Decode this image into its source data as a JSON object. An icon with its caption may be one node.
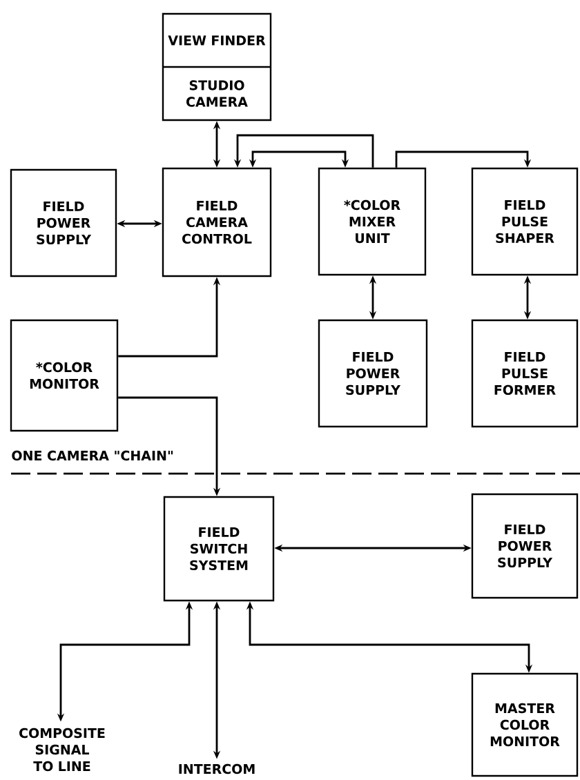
{
  "diagram": {
    "nodes": [
      {
        "text": [
          "VIEW FINDER",
          "STUDIO CAMERA"
        ]
      },
      {
        "text": [
          "FIELD POWER SUPPLY"
        ]
      },
      {
        "text": [
          "FIELD CAMERA CONTROL"
        ]
      },
      {
        "text": [
          "*COLOR MIXER UNIT"
        ]
      },
      {
        "text": [
          "FIELD PULSE SHAPER"
        ]
      },
      {
        "text": [
          "*COLOR MONITOR"
        ]
      },
      {
        "text": [
          "FIELD POWER SUPPLY"
        ]
      },
      {
        "text": [
          "FIELD PULSE FORMER"
        ]
      },
      {
        "text": [
          "FIELD SWITCH SYSTEM"
        ]
      },
      {
        "text": [
          "FIELD POWER SUPPLY"
        ]
      },
      {
        "text": [
          "COMPOSITE SIGNAL TO LINE"
        ]
      },
      {
        "text": [
          "INTERCOM"
        ]
      },
      {
        "text": [
          "MASTER COLOR MONITOR"
        ]
      }
    ],
    "edges": [
      {
        "from": 0,
        "to": 2,
        "arrow": "both"
      },
      {
        "from": 3,
        "to": 2,
        "arrow": "to"
      },
      {
        "from": 2,
        "to": 3,
        "arrow": "both"
      },
      {
        "from": 3,
        "to": 4,
        "arrow": "to"
      },
      {
        "from": 1,
        "to": 2,
        "arrow": "both"
      },
      {
        "from": 3,
        "to": 6,
        "arrow": "both"
      },
      {
        "from": 4,
        "to": 7,
        "arrow": "both"
      },
      {
        "from": 5,
        "to": 2,
        "arrow": "to"
      },
      {
        "from": 5,
        "to": 8,
        "arrow": "to"
      },
      {
        "from": 8,
        "to": 9,
        "arrow": "both"
      },
      {
        "from": 8,
        "to": 10,
        "arrow": "both"
      },
      {
        "from": 8,
        "to": 11,
        "arrow": "both"
      },
      {
        "from": 8,
        "to": 12,
        "arrow": "both"
      }
    ],
    "labels": [
      "ONE CAMERA \"CHAIN\""
    ]
  }
}
